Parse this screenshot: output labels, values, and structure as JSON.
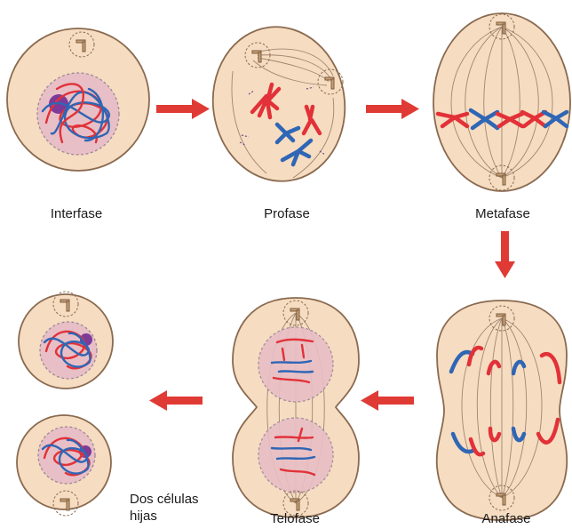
{
  "phases": {
    "interfase": "Interfase",
    "profase": "Profase",
    "metafase": "Metafase",
    "anafase": "Anafase",
    "telofase": "Telofase",
    "daughters_line1": "Dos células",
    "daughters_line2": "hijas"
  },
  "colors": {
    "maternal_chromosome": "#e23138",
    "paternal_chromosome": "#2f66b5",
    "cytoplasm": "#f6dcc0",
    "nucleus": "#e8bfc6",
    "arrow": "#e03a35"
  }
}
